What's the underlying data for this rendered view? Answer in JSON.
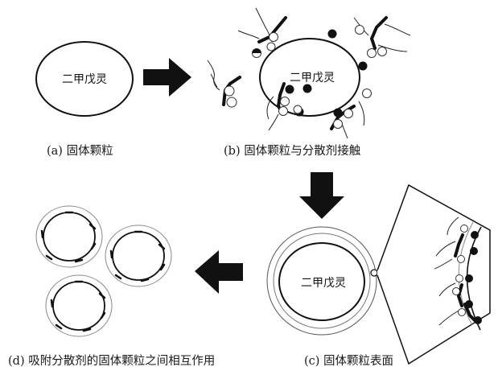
{
  "labels": {
    "particle_a": "二甲戊灵",
    "particle_b": "二甲戊灵",
    "particle_c": "二甲戊灵"
  },
  "captions": {
    "a": "(a) 固体颗粒",
    "b": "(b)  固体颗粒与分散剂接触",
    "c": "(c)  固体颗粒表面",
    "d": "(d) 吸附分散剂的固体颗粒之间相互作用"
  }
}
